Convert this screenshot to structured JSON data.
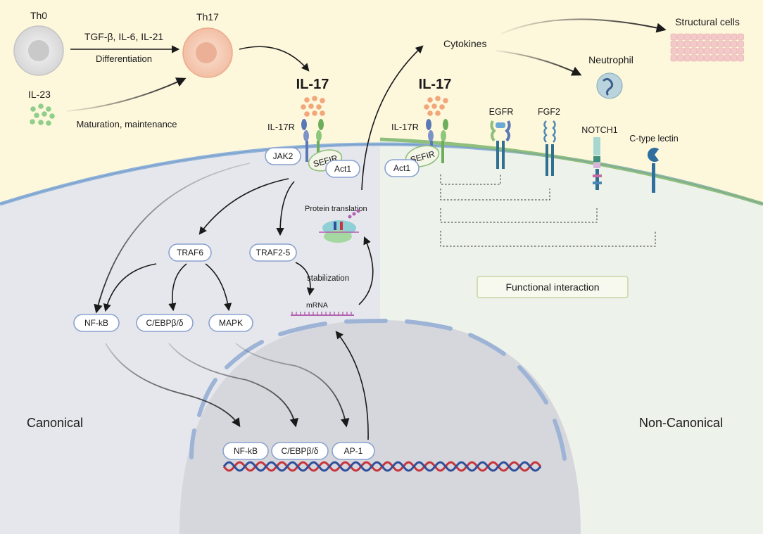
{
  "cells": {
    "th0": "Th0",
    "th17": "Th17",
    "il23": "IL-23",
    "differentiation_signals": "TGF-β, IL-6, IL-21",
    "differentiation": "Differentiation",
    "maturation": "Maturation, maintenance",
    "cytokines": "Cytokines",
    "structural_cells": "Structural cells",
    "neutrophil": "Neutrophil"
  },
  "canonical": {
    "il17": "IL-17",
    "il17r": "IL-17R",
    "jak2": "JAK2",
    "sefir": "SEFIR",
    "act1": "Act1",
    "traf6": "TRAF6",
    "traf2_5": "TRAF2-5",
    "nfkb": "NF-kB",
    "cebp": "C/EBPβ/δ",
    "mapk": "MAPK",
    "stabilization": "stabilization",
    "mrna": "mRNA",
    "protein_translation": "Protein translation",
    "label": "Canonical"
  },
  "nucleus": {
    "nfkb": "NF-kB",
    "cebp": "C/EBPβ/δ",
    "ap1": "AP-1"
  },
  "non_canonical": {
    "il17": "IL-17",
    "il17r": "IL-17R",
    "sefir": "SEFIR",
    "act1": "Act1",
    "egfr": "EGFR",
    "fgf2": "FGF2",
    "notch1": "NOTCH1",
    "ctype_lectin": "C-type lectin",
    "functional_interaction": "Functional interaction",
    "label": "Non-Canonical"
  },
  "colors": {
    "extracellular": "#fdf7dc",
    "cytoplasm_left": "#e6e7ec",
    "cytoplasm_right": "#edf2ea",
    "nucleus": "#d6d7dc",
    "pill_border": "#8aa2cf",
    "il17_dots": "#f2a67a",
    "il23_dots": "#8fcf8a",
    "receptor_blue": "#5a78b6",
    "receptor_green": "#6cae5a",
    "dna_red": "#c8343b",
    "dna_blue": "#2f4f9c"
  }
}
